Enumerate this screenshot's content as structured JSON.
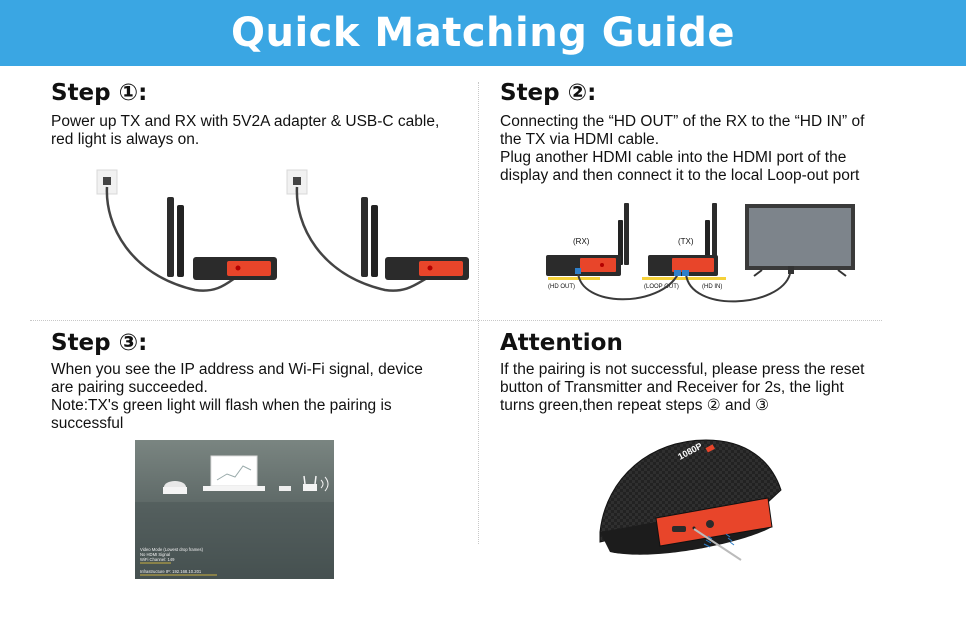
{
  "banner": {
    "title": "Quick Matching Guide"
  },
  "step1": {
    "title": "Step ①:",
    "lines": [
      "Power up TX and RX with 5V2A adapter & USB-C  cable,",
      "red  light is always on."
    ]
  },
  "step2": {
    "title": "Step ②:",
    "lines": [
      "Connecting the “HD OUT” of the RX to the “HD IN” of",
      "the TX via HDMI cable.",
      "Plug another HDMI cable into the HDMI port of the",
      "display and then connect it to the local Loop-out port"
    ],
    "labels": {
      "rx": "(RX)",
      "tx": "(TX)",
      "hd_out": "(HD OUT)",
      "loop_out": "(LOOP OUT)",
      "hd_in": "(HD IN)"
    }
  },
  "step3": {
    "title": "Step ③:",
    "lines": [
      "When you see the IP address and Wi-Fi signal, device",
      "are pairing succeeded.",
      "Note:TX's green light will flash when the pairing is",
      "successful"
    ],
    "screen_lines": [
      "Video Mode (Lowest drop frames)",
      "No HDMI Signal",
      "WiFi Channel: 149",
      "Infrastructure IP: 192.168.10.201"
    ]
  },
  "attention": {
    "title": "Attention",
    "lines": [
      "If the pairing is not successful, please press the reset",
      "button of Transmitter and Receiver for 2s, the light",
      "turns green,then repeat steps ② and ③"
    ],
    "device_label": "1080P"
  },
  "colors": {
    "banner": "#3aa6e3",
    "device_orange": "#e8452a",
    "device_body": "#2b2b2b",
    "cable_yellow": "#f5d13a"
  }
}
